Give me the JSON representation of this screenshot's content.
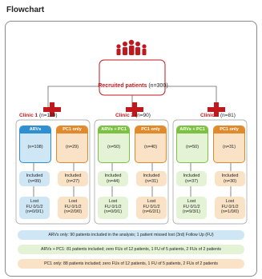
{
  "title": "Flowchart",
  "recruited": {
    "label": "Recruited patients",
    "n": "(n=300)"
  },
  "clinics": [
    {
      "name": "Clinic 1",
      "n": "(n=129)",
      "arm_a": {
        "label": "ARVs",
        "n": "(n=108)",
        "included": "Included",
        "included_n": "(n=99)",
        "lost": "Lost",
        "fu": "FU 0/1/2",
        "fu_n": "(n=0/0/1)"
      },
      "arm_b": {
        "label": "PC1 only",
        "n": "(n=29)",
        "included": "Included",
        "included_n": "(n=27)",
        "lost": "Lost",
        "fu": "FU 0/1/2",
        "fu_n": "(n=2/0/0)"
      }
    },
    {
      "name": "Clinic 2",
      "n": "(n=90)",
      "arm_a": {
        "label": "ARVs + PC1",
        "n": "(n=50)",
        "included": "Included",
        "included_n": "(n=44)",
        "lost": "Lost",
        "fu": "FU 0/1/2",
        "fu_n": "(n=0/0/1)"
      },
      "arm_b": {
        "label": "PC1 only",
        "n": "(n=40)",
        "included": "Included",
        "included_n": "(n=31)",
        "lost": "Lost",
        "fu": "FU 0/1/2",
        "fu_n": "(n=6/2/1)"
      }
    },
    {
      "name": "Clinic 3",
      "n": "(n=81)",
      "arm_a": {
        "label": "ARVs + PC1",
        "n": "(n=50)",
        "included": "Included",
        "included_n": "(n=37)",
        "lost": "Lost",
        "fu": "FU 0/1/2",
        "fu_n": "(n=9/3/1)"
      },
      "arm_b": {
        "label": "PC1 only",
        "n": "(n=31)",
        "included": "Included",
        "included_n": "(n=30)",
        "lost": "Lost",
        "fu": "FU 0/1/2",
        "fu_n": "(n=1/0/0)"
      }
    }
  ],
  "summaries": [
    "ARVs only: 90 patients included in the analysis; 1 patient missed lost (3rd) Follow Up (FU)",
    "ARVs + PC1: 81 patients included; zero FUs of 12 patients, 1 FU of 5 patients, 2 FUs of 2 patients",
    "PC1 only: 88 patients included; zero FUs of 12 patients, 1 FU of 5 patients, 2 FUs of 2 patients"
  ],
  "colors": {
    "red": "#c0181d",
    "blue": "#2f8fd0",
    "green": "#7dc143",
    "orange": "#e08a2c",
    "blue_light": "#cfe6f5",
    "green_light": "#e4f2d6",
    "orange_light": "#f9e2c6"
  }
}
